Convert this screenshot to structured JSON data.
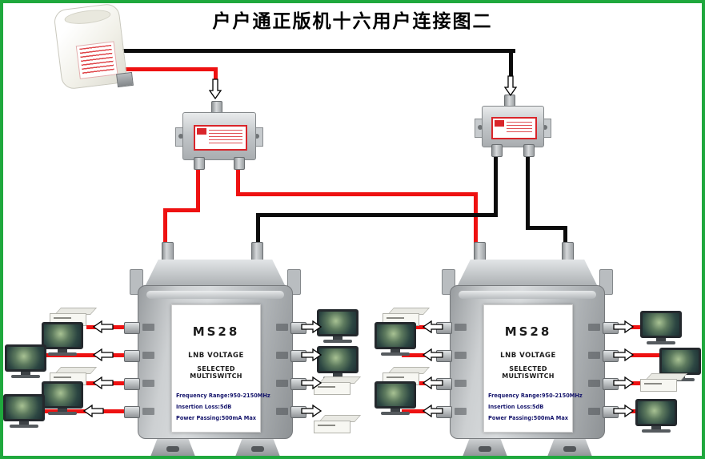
{
  "title": "户户通正版机十六用户连接图二",
  "colors": {
    "border_green": "#1fa83d",
    "cable_red": "#ee1111",
    "cable_black": "#0b0b0b"
  },
  "multiswitch_left": {
    "model": "MS28",
    "subtitle1": "LNB  VOLTAGE",
    "subtitle2": "SELECTED  MULTISWITCH",
    "spec_frequency": "Frequency Range:950-2150MHz",
    "spec_insertion": "Insertion Loss:5dB",
    "spec_power": "Power Passing:500mA Max"
  },
  "multiswitch_right": {
    "model": "MS28",
    "subtitle1": "LNB  VOLTAGE",
    "subtitle2": "SELECTED  MULTISWITCH",
    "spec_frequency": "Frequency Range:950-2150MHz",
    "spec_insertion": "Insertion Loss:5dB",
    "spec_power": "Power Passing:500mA Max"
  }
}
